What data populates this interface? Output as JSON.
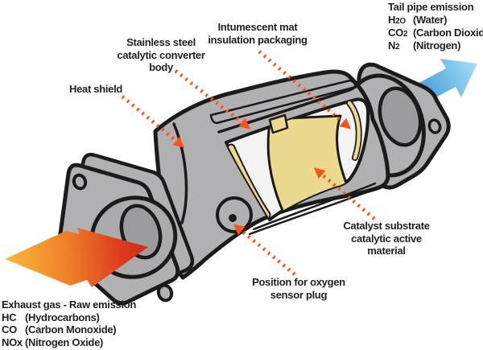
{
  "colors": {
    "outline": "#1b1b1b",
    "body": "#b1b1b3",
    "rim": "#ababad",
    "inner": "#9c9c9e",
    "substrate": "#f3f3f4",
    "mat": "#ebd98e",
    "callout": "#f8541d",
    "exhaust_gradient": [
      "#f9b93c",
      "#ef7d28",
      "#dd3d1e",
      "#d0261b"
    ],
    "tailpipe_gradient": [
      "#3f7dc2",
      "#58a7dc",
      "#a6e2f8"
    ]
  },
  "labels": {
    "heat_shield": "Heat shield",
    "stainless": [
      "Stainless steel",
      "catalytic converter",
      "body"
    ],
    "intumescent": [
      "Intumescent mat",
      "insulation packaging"
    ],
    "catalyst": [
      "Catalyst substrate",
      "catalytic active",
      "material"
    ],
    "oxygen": [
      "Position for oxygen",
      "sensor plug"
    ],
    "tailpipe": {
      "title": "Tail pipe emission",
      "rows": [
        {
          "sym": "H",
          "sub": "2",
          "tail": "O",
          "name": "(Water)"
        },
        {
          "sym": "CO",
          "sub": "2",
          "tail": "",
          "name": "(Carbon Dioxide)"
        },
        {
          "sym": "N",
          "sub": "2",
          "tail": "",
          "name": "(Nitrogen)"
        }
      ]
    },
    "exhaust": {
      "title": "Exhaust gas - Raw emission",
      "rows": [
        {
          "sym": "HC",
          "name": "(Hydrocarbons)"
        },
        {
          "sym": "CO",
          "name": "(Carbon Monoxide)"
        },
        {
          "sym": "NOx",
          "name": "(Nitrogen Oxide)"
        }
      ]
    }
  }
}
